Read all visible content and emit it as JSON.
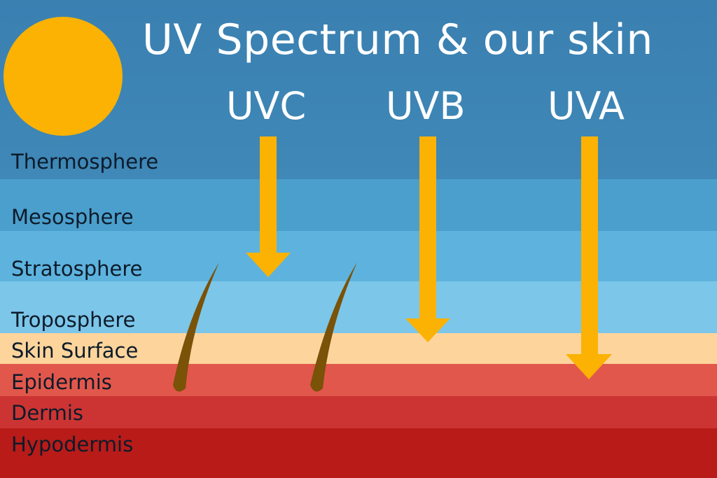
{
  "title": "UV Spectrum & our skin",
  "uv_types": [
    "UVC",
    "UVB",
    "UVA"
  ],
  "layers": [
    {
      "name": "Thermosphere",
      "color": "#3f88b7"
    },
    {
      "name": "Mesosphere",
      "color": "#4b9fcc"
    },
    {
      "name": "Stratosphere",
      "color": "#5db3de"
    },
    {
      "name": "Troposphere",
      "color": "#7cc6e9"
    },
    {
      "name": "Skin Surface",
      "color": "#fdd49b"
    },
    {
      "name": "Epidermis",
      "color": "#e2574b"
    },
    {
      "name": "Dermis",
      "color": "#cc3433"
    },
    {
      "name": "Hypodermis",
      "color": "#b81b18"
    }
  ],
  "colors": {
    "sky_top": "#3a80b1",
    "sun": "#fbb203",
    "arrow": "#fbb203",
    "hair": "#7a5208",
    "text_light": "#ffffff",
    "text_dark": "#0d1b2a"
  },
  "icons": {
    "sun": "sun-icon",
    "hair": "hair-follicle-icon",
    "arrow": "down-arrow-icon"
  }
}
